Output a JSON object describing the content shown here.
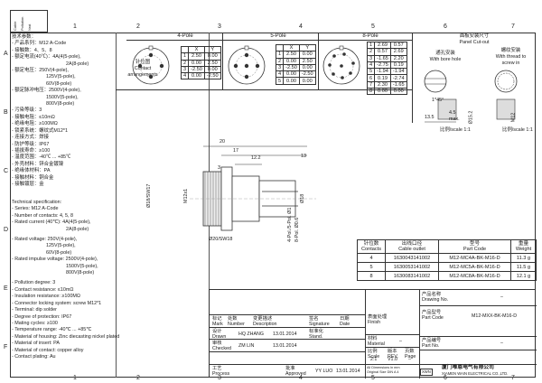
{
  "ruler": {
    "top": [
      "1",
      "2",
      "3",
      "4",
      "5",
      "6",
      "7"
    ],
    "bottom": [
      "1",
      "2",
      "3",
      "4",
      "5",
      "6",
      "7"
    ],
    "left": [
      "A",
      "B",
      "C",
      "D",
      "E",
      "F"
    ]
  },
  "stamp": {
    "l1": "Cable",
    "l2": "Pollution",
    "l3": "Nrxt"
  },
  "spec": {
    "cn": [
      "技术参数：",
      "- 产品系列：M12 A-Code",
      "- 接触数：4、5、8",
      "- 额定电流(40℃)：4A(4(5-pole),",
      "2A(8-pole)",
      "- 额定电压：250V(4-pole),",
      "125V(5-pole),",
      "60V(8-pole)",
      "- 额定脉冲电压：2500V(4-pole),",
      "1500V(5-pole),",
      "800V(8-pole)",
      "- 污染等级：3",
      "- 接触电阻：≤10mΩ",
      "- 绝缘电阻：≥100MΩ",
      "- 锁紧系统：螺纹式M12*1",
      "- 连接方式：焊接",
      "- 防护等级：IP67",
      "- 插拔寿命：≥100",
      "- 温度范围：-40℃ ... +85℃",
      "- 外壳材料：锌合金镀镍",
      "- 绝缘体材料：PA",
      "- 接触材料：铜合金",
      "- 接触镀层：金"
    ],
    "en": [
      "Technical specification:",
      "- Series: M12 A-Code",
      "- Number of contacts: 4, 5, 8",
      "- Rated current (40℃): 4A(4(5-pole),",
      "2A(8-pole)",
      "- Rated voltage: 250V(4-pole),",
      "125V(5-pole),",
      "60V(8-pole)",
      "- Rated impulse voltage: 2500V(4-pole),",
      "1500V(5-pole),",
      "800V(8-pole)",
      "- Pollution degree: 3",
      "- Contact resistance: ≤10mΩ",
      "- Insulation resistance: ≥100MΩ",
      "- Connector locking system: screw M12*1",
      "- Terminal: dip solder",
      "- Degree of protection: IP67",
      "- Mating cycles: ≥100",
      "- Temperature range: -40℃ ... +85℃",
      "- Material of housing: Zinc diecasting nickel plated",
      "- Material of insert: PA",
      "- Material of contact: copper alloy",
      "- Contact plating: Au"
    ]
  },
  "arrangement": {
    "cn": "针位图",
    "en1": "Contact",
    "en2": "arrangements"
  },
  "poles": [
    {
      "title": "4-Pole",
      "header": [
        "",
        "X",
        "Y"
      ],
      "rows": [
        [
          "1",
          "2.50",
          "0.00"
        ],
        [
          "2",
          "0.00",
          "2.50"
        ],
        [
          "3",
          "-2.50",
          "0.00"
        ],
        [
          "4",
          "0.00",
          "-2.50"
        ]
      ]
    },
    {
      "title": "5-Pole",
      "header": [
        "",
        "X",
        "Y"
      ],
      "rows": [
        [
          "1",
          "2.50",
          "0.00"
        ],
        [
          "2",
          "0.00",
          "2.50"
        ],
        [
          "3",
          "-2.50",
          "0.00"
        ],
        [
          "4",
          "0.00",
          "-2.50"
        ],
        [
          "5",
          "0.00",
          "0.00"
        ]
      ]
    },
    {
      "title": "8-Pole",
      "header": [
        "",
        "X",
        "Y"
      ],
      "rows": [
        [
          "1",
          "2.69",
          "0.57"
        ],
        [
          "2",
          "0.57",
          "2.69"
        ],
        [
          "3",
          "-1.65",
          "2.20"
        ],
        [
          "4",
          "-2.75",
          "0.19"
        ],
        [
          "5",
          "-1.94",
          "-1.94"
        ],
        [
          "6",
          "0.19",
          "-2.74"
        ],
        [
          "7",
          "2.30",
          "-1.65"
        ],
        [
          "8",
          "0.00",
          "0.00"
        ]
      ]
    }
  ],
  "panel": {
    "title_cn": "面板安装尺寸",
    "title_en": "Panel Cut-out",
    "hole_cn": "通孔安装",
    "hole_en": "With bore hole",
    "thread_cn": "螺纹安装",
    "thread_en1": "With thread to",
    "thread_en2": "screw in",
    "dim_a": "1*45°",
    "dim_b": "Ø15.2",
    "dim_c": "13.5",
    "dim_d": "4.5",
    "dim_e": "max.",
    "dim_f": "M12",
    "scale_label": "比例/scale 1:1"
  },
  "drawing": {
    "d20": "20",
    "d17": "17",
    "d12": "12.2",
    "d3": "3",
    "d13": "13",
    "left_dim": "Ø18/SW17",
    "thread": "M12x1",
    "bottom_dim": "Ø20/SW18",
    "right_dim1": "Ø18",
    "right_dim2": "4-Pol./5-Pol. Ø1",
    "right_dim3": "8-Pol. Ø0.6"
  },
  "order": {
    "header": [
      [
        "针位数",
        "Contacts"
      ],
      [
        "出线口径",
        "Cable outlet"
      ],
      [
        "型号",
        "Part Code"
      ],
      [
        "重量",
        "Weight"
      ]
    ],
    "rows": [
      [
        "4",
        "1630043141002",
        "M12-MC4A-BK-M16-D",
        "11.3 g"
      ],
      [
        "5",
        "1630053141002",
        "M12-MC5A-BK-M16-D",
        "11.5 g"
      ],
      [
        "8",
        "1630083141002",
        "M12-MC8A-BK-M16-D",
        "12.1 g"
      ]
    ]
  },
  "title_block": {
    "mark_cn": "标记",
    "mark_en": "Mark",
    "num_cn": "处数",
    "num_en": "Number",
    "change_cn": "变更描述",
    "change_en": "Description",
    "sign_cn": "签名",
    "sign_en": "Signature",
    "date_cn": "日期",
    "date_en": "Date",
    "drawn_cn": "设计",
    "drawn_en": "Drawn",
    "checked_cn": "审核",
    "checked_en": "Checked",
    "process_cn": "工艺",
    "process_en": "Process",
    "std_cn": "标准化",
    "std_en": "Stand.",
    "approved_cn": "批准",
    "approved_en": "Approved",
    "drawn_name": "HQ ZHANG",
    "drawn_date": "13.01.2014",
    "checked_name": "ZM LIN",
    "checked_date": "13.01.2014",
    "approved_name": "YY LUO",
    "approved_date": "13.01.2014",
    "finish_cn": "表面处理",
    "finish_en": "Finish",
    "material_cn": "材料",
    "material_en": "Material",
    "scale_cn": "比例",
    "scale_en": "Scale",
    "rev_cn": "版本",
    "rev_en": "REV.",
    "page_cn": "页数",
    "page_en": "Page",
    "scale_val": "2:1",
    "rev_val": "V1.0",
    "dash": "–",
    "name_cn": "产品名称",
    "name_en": "Drawing No.",
    "part_cn": "产品编号",
    "part_en": "Part No.",
    "partcode_cn": "产品型号",
    "partcode_en": "Part Code",
    "code_val": "M12-MXX-BK-M16-D",
    "note1": "All Dimensions in mm",
    "note2": "Original Size DIN A 4",
    "logo_text": "XWN",
    "company_cn": "厦门唯恩电气有限公司",
    "company_en": "XIAMEN WAIN ELECTRICAL CO.,LTD."
  }
}
